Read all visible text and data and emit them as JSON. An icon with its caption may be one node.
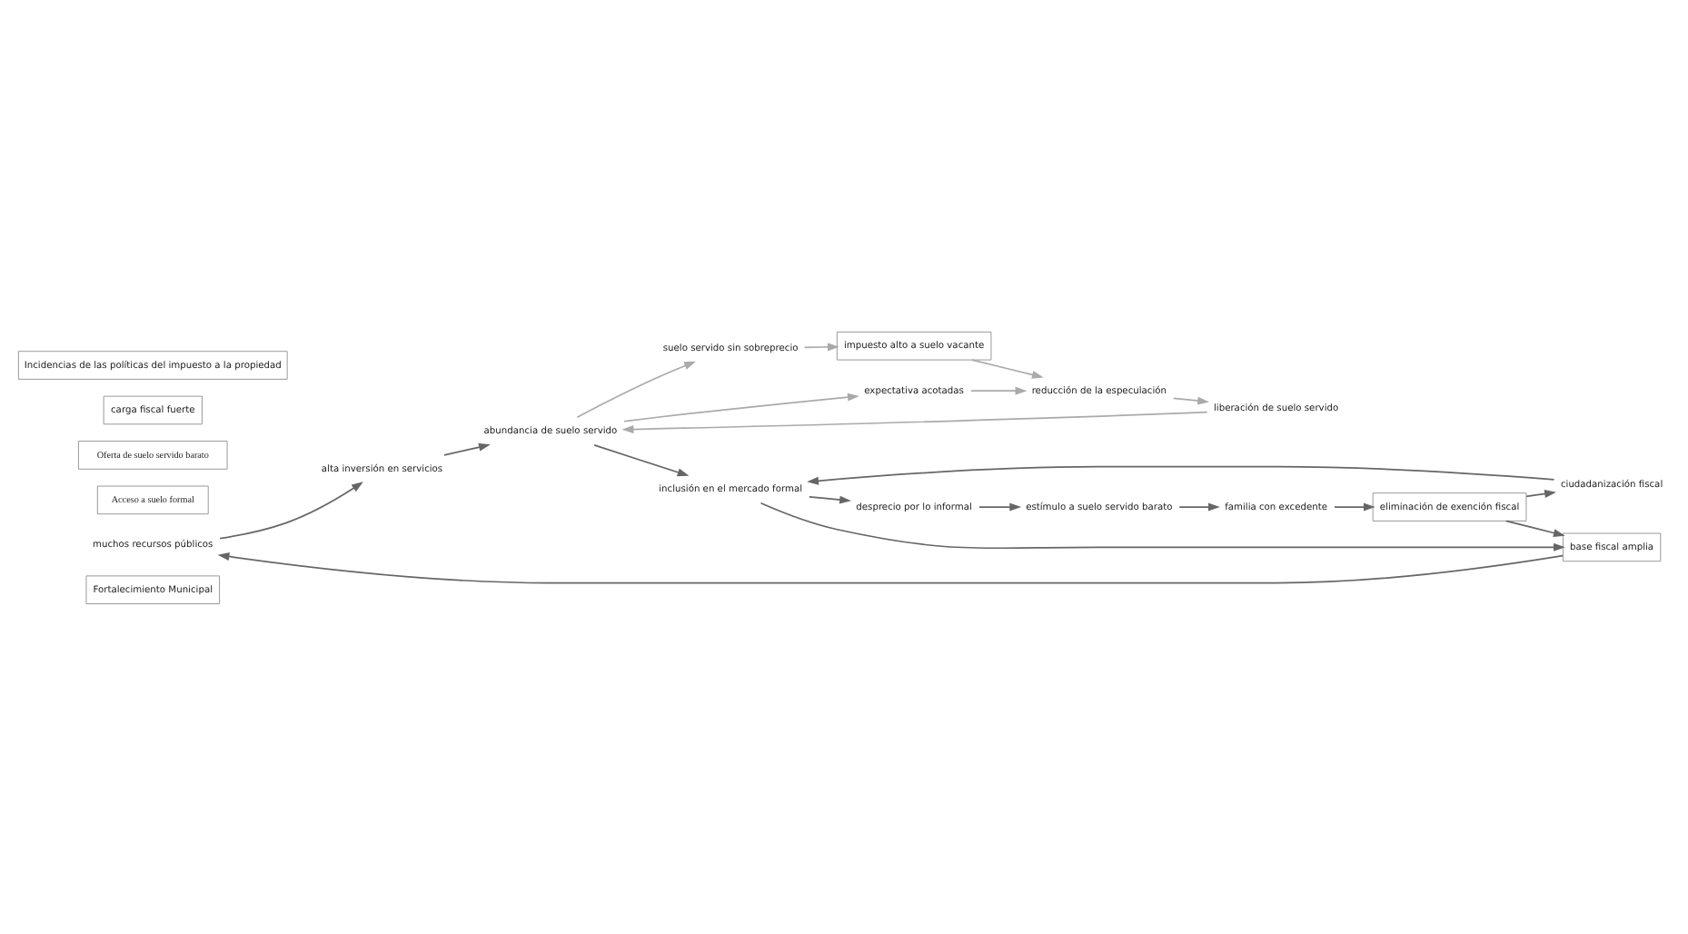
{
  "diagram": {
    "nodes": [
      {
        "text": [
          "Fortalecimiento Municipal"
        ]
      },
      {
        "text": [
          "muchos recursos públicos"
        ]
      },
      {
        "text": [
          "alta inversión en servicios"
        ]
      },
      {
        "text": [
          "eliminación de exención fiscal"
        ]
      },
      {
        "text": [
          "base fiscal amplia"
        ]
      },
      {
        "text": [
          "ciudadanización fiscal"
        ]
      },
      {
        "text": [
          "abundancia de suelo servido"
        ]
      },
      {
        "text": [
          "liberación de suelo servido"
        ]
      },
      {
        "text": [
          "familia con excedente"
        ]
      },
      {
        "text": [
          "inclusión en el mercado formal"
        ]
      },
      {
        "text": [
          "expectativa acotadas"
        ]
      },
      {
        "text": [
          "reducción de la especulación"
        ]
      },
      {
        "text": [
          "suelo servido sin sobreprecio"
        ]
      },
      {
        "text": [
          "desprecio por lo informal"
        ]
      },
      {
        "text": [
          "estímulo a suelo servido barato"
        ]
      },
      {
        "text": [
          "impuesto alto a suelo vacante"
        ]
      },
      {
        "text": [
          "Acceso a suelo formal"
        ]
      },
      {
        "text": [
          "Oferta de suelo servido barato"
        ]
      },
      {
        "text": [
          "carga fiscal fuerte"
        ]
      },
      {
        "text": [
          "Incidencias de las políticas del impuesto a la propiedad"
        ]
      }
    ],
    "edges": [
      {
        "from": 14,
        "to": 8,
        "arrow": "to"
      },
      {
        "from": 8,
        "to": 3,
        "arrow": "to"
      },
      {
        "from": 3,
        "to": 4,
        "arrow": "to"
      },
      {
        "from": 3,
        "to": 5,
        "arrow": "to"
      },
      {
        "from": 5,
        "to": 9,
        "arrow": "to"
      },
      {
        "from": 9,
        "to": 13,
        "arrow": "to"
      },
      {
        "from": 13,
        "to": 14,
        "arrow": "to"
      },
      {
        "from": 4,
        "to": 1,
        "arrow": "to"
      },
      {
        "from": 1,
        "to": 2,
        "arrow": "to"
      },
      {
        "from": 2,
        "to": 6,
        "arrow": "to"
      },
      {
        "from": 6,
        "to": 9,
        "arrow": "to"
      },
      {
        "from": 9,
        "to": 4,
        "arrow": "to"
      },
      {
        "from": 6,
        "to": 12,
        "arrow": "to",
        "color": "#aaaaaa"
      },
      {
        "from": 6,
        "to": 10,
        "arrow": "to",
        "color": "#aaaaaa"
      },
      {
        "from": 12,
        "to": 15,
        "arrow": "to",
        "color": "#aaaaaa"
      },
      {
        "from": 15,
        "to": 11,
        "arrow": "to",
        "color": "#aaaaaa"
      },
      {
        "from": 10,
        "to": 11,
        "arrow": "to",
        "color": "#aaaaaa"
      },
      {
        "from": 11,
        "to": 7,
        "arrow": "to",
        "color": "#aaaaaa"
      },
      {
        "from": 7,
        "to": 6,
        "arrow": "to",
        "color": "#aaaaaa"
      }
    ]
  }
}
